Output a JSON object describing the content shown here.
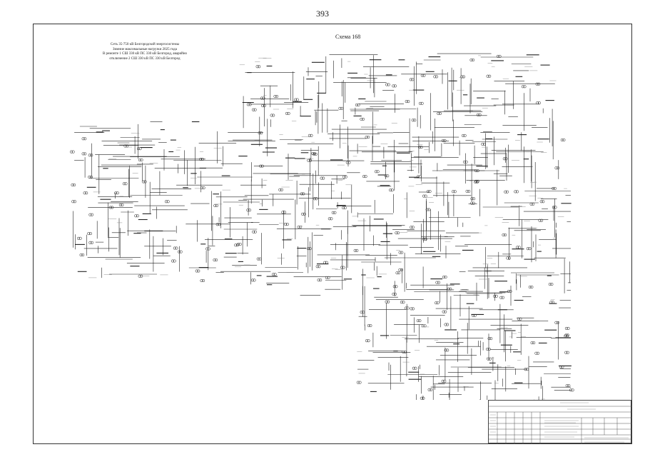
{
  "page": {
    "number": "393",
    "scheme_title": "Схема 168"
  },
  "caption": {
    "lines": [
      "Сеть 35-750 кВ Белгородской энергосистемы",
      "Зимние максимальные нагрузки 2025 года",
      "В ремонте 1 СШ 330 кВ ПС 330 кВ Белгород, аварийно",
      "отключение 2 СШ 330 кВ ПС 330 кВ Белгород"
    ]
  },
  "colors": {
    "ink": "#1a1a1a",
    "line": "#222222",
    "paper": "#ffffff"
  }
}
